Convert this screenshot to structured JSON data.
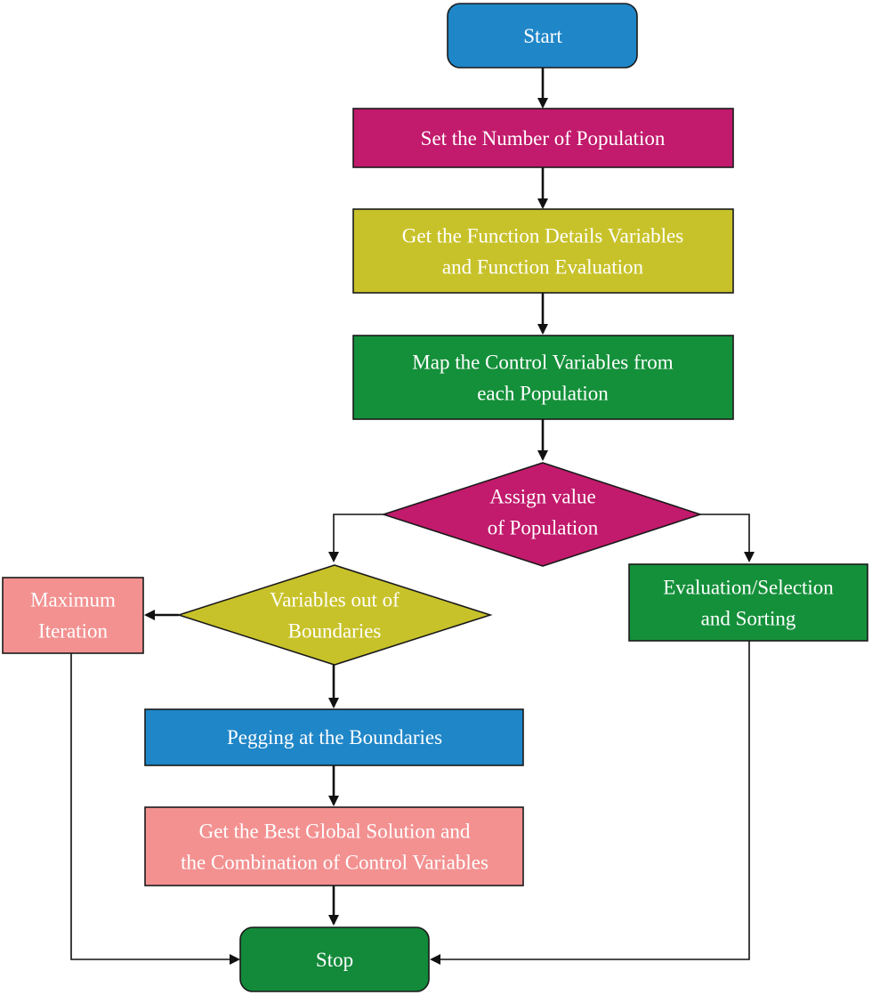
{
  "colors": {
    "blue": "#1f86c8",
    "magenta": "#c21a6c",
    "olive": "#c8c22a",
    "green": "#14903a",
    "salmon": "#f39191",
    "dark_green": "#13893a"
  },
  "nodes": {
    "start": {
      "lines": [
        "Start"
      ],
      "color": "blue"
    },
    "set_population": {
      "lines": [
        "Set the Number of Population"
      ],
      "color": "magenta"
    },
    "get_function": {
      "lines": [
        "Get the Function Details Variables",
        "and Function Evaluation"
      ],
      "color": "olive"
    },
    "map_variables": {
      "lines": [
        "Map the Control Variables from",
        "each Population"
      ],
      "color": "green"
    },
    "assign_value": {
      "lines": [
        "Assign value",
        "of Population"
      ],
      "color": "magenta"
    },
    "variables_out": {
      "lines": [
        "Variables out of",
        "Boundaries"
      ],
      "color": "olive"
    },
    "maximum_iteration": {
      "lines": [
        "Maximum",
        "Iteration"
      ],
      "color": "salmon"
    },
    "evaluation_sorting": {
      "lines": [
        "Evaluation/Selection",
        "and Sorting"
      ],
      "color": "green"
    },
    "pegging": {
      "lines": [
        "Pegging at the Boundaries"
      ],
      "color": "blue"
    },
    "best_solution": {
      "lines": [
        "Get the Best Global Solution and",
        "the Combination of Control Variables"
      ],
      "color": "salmon"
    },
    "stop": {
      "lines": [
        "Stop"
      ],
      "color": "dark_green"
    }
  }
}
